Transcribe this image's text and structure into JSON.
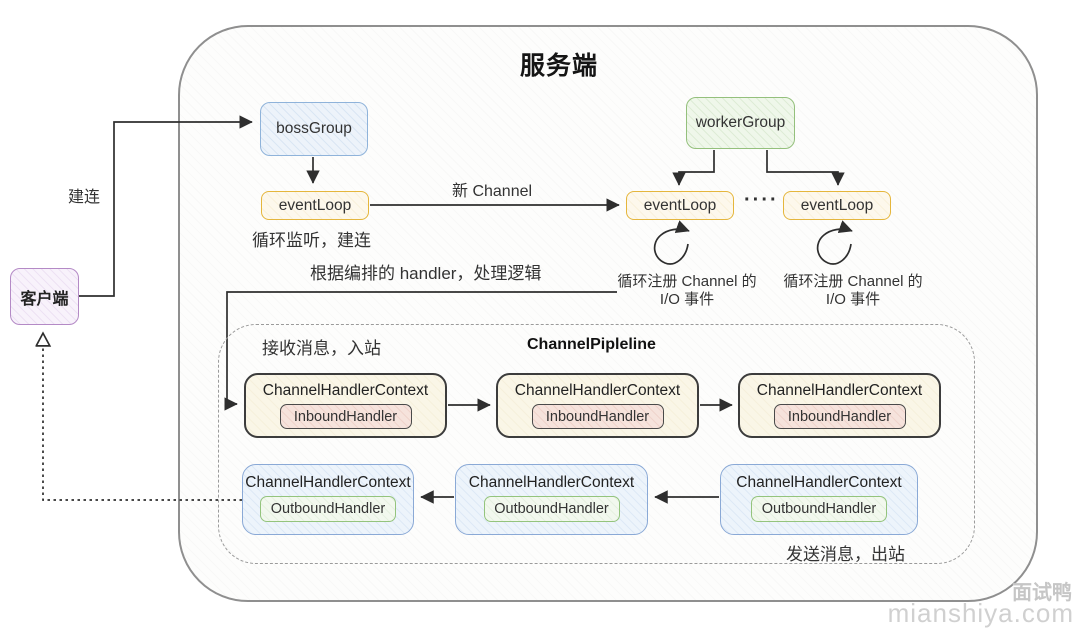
{
  "title": "服务端",
  "client": {
    "label": "客户端"
  },
  "boss": {
    "group": "bossGroup",
    "event_loop": "eventLoop",
    "note": "循环监听，建连"
  },
  "worker": {
    "group": "workerGroup",
    "event_loop_1": "eventLoop",
    "event_loop_2": "eventLoop",
    "dots": "····",
    "register_notes": [
      {
        "line1": "循环注册 Channel 的",
        "line2": "I/O 事件"
      },
      {
        "line1": "循环注册 Channel 的",
        "line2": "I/O 事件"
      }
    ]
  },
  "edges": {
    "establish": "建连",
    "new_channel": "新 Channel",
    "handler_logic": "根据编排的 handler，处理逻辑"
  },
  "pipeline": {
    "title": "ChannelPipleline",
    "inbound_note": "接收消息，入站",
    "outbound_note": "发送消息，出站",
    "inbound": [
      {
        "context": "ChannelHandlerContext",
        "handler": "InboundHandler"
      },
      {
        "context": "ChannelHandlerContext",
        "handler": "InboundHandler"
      },
      {
        "context": "ChannelHandlerContext",
        "handler": "InboundHandler"
      }
    ],
    "outbound": [
      {
        "context": "ChannelHandlerContext",
        "handler": "OutboundHandler"
      },
      {
        "context": "ChannelHandlerContext",
        "handler": "OutboundHandler"
      },
      {
        "context": "ChannelHandlerContext",
        "handler": "OutboundHandler"
      }
    ]
  },
  "watermark": {
    "brand": "面试鸭",
    "site": "mianshiya.com"
  },
  "colors": {
    "client_border": "#b48ac6",
    "boss_border": "#8fb3da",
    "worker_border": "#94c07c",
    "event_loop_border": "#e5b63c",
    "inbound_box_border": "#3c3c3c",
    "inbound_handler_fill": "#f6e3dc",
    "outbound_box_border": "#8aa9d6",
    "outbound_handler_border": "#94c47d",
    "arrow": "#2e2e2e"
  }
}
